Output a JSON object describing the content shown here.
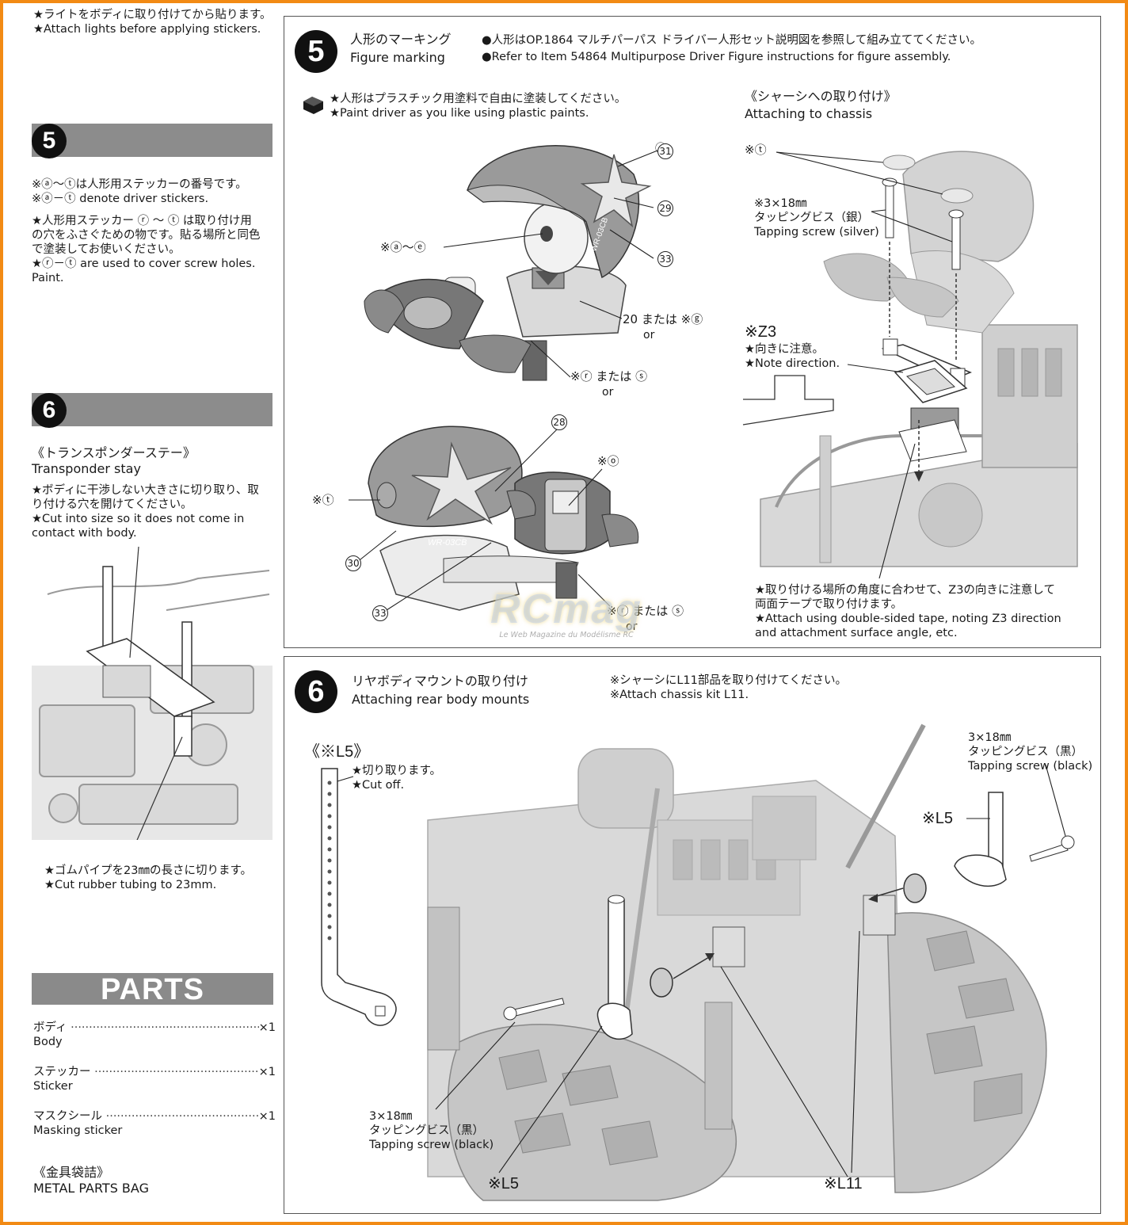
{
  "left": {
    "top_note_jp": "★ライトをボディに取り付けてから貼ります。",
    "top_note_en": "★Attach lights before applying stickers.",
    "step5": {
      "number": "5",
      "note1_jp": "※ⓐ～ⓣは人形用ステッカーの番号です。",
      "note1_en": "※ⓐ－ⓣ denote driver stickers.",
      "note2_jp_l1": "★人形用ステッカー ⓡ ～ ⓣ は取り付け用",
      "note2_jp_l2": "の穴をふさぐための物です。貼る場所と同色",
      "note2_jp_l3": "で塗装してお使いください。",
      "note2_en_l1": "★ⓡ－ⓣ are used to cover screw holes.",
      "note2_en_l2": "Paint."
    },
    "step6": {
      "number": "6",
      "title_jp": "《トランスポンダーステー》",
      "title_en": "Transponder stay",
      "note_jp_l1": "★ボディに干渉しない大きさに切り取り、取",
      "note_jp_l2": "り付ける穴を開けてください。",
      "note_en_l1": "★Cut into size so it does not come in",
      "note_en_l2": "contact with body.",
      "rubber_jp": "★ゴムパイプを23㎜の長さに切ります。",
      "rubber_en": "★Cut rubber tubing to 23mm."
    },
    "parts": {
      "title": "PARTS",
      "items": [
        {
          "jp": "ボディ",
          "en": "Body",
          "qty": "×1"
        },
        {
          "jp": "ステッカー",
          "en": "Sticker",
          "qty": "×1"
        },
        {
          "jp": "マスクシール",
          "en": "Masking sticker",
          "qty": "×1"
        }
      ],
      "bag_jp": "《金具袋詰》",
      "bag_en": "METAL PARTS BAG"
    }
  },
  "panel5": {
    "number": "5",
    "title_jp": "人形のマーキング",
    "title_en": "Figure marking",
    "ref_jp": "●人形はOP.1864 マルチパーパス ドライバー人形セット説明図を参照して組み立ててください。",
    "ref_en": "●Refer to Item 54864 Multipurpose Driver Figure instructions for figure assembly.",
    "paint_jp": "★人形はプラスチック用塗料で自由に塗装してください。",
    "paint_en": "★Paint driver as you like using plastic paints.",
    "attach_title_jp": "《シャーシへの取り付け》",
    "attach_title_en": "Attaching to chassis",
    "sticker_t": "※ⓣ",
    "screw_size": "※3×18㎜",
    "screw_jp": "タッピングビス（銀）",
    "screw_en": "Tapping screw (silver)",
    "z3_label": "※Z3",
    "z3_note_jp": "★向きに注意。",
    "z3_note_en": "★Note direction.",
    "fig1_labels": {
      "l31": "31",
      "l29": "29",
      "l33": "33",
      "ae": "※ⓐ～ⓔ",
      "l20": "20 または ※ⓖ",
      "l20_or": "or",
      "rs": "※ⓡ または ⓢ",
      "rs_or": "or"
    },
    "fig2_labels": {
      "l28": "28",
      "t": "※ⓣ",
      "o": "※ⓞ",
      "l30": "30",
      "l33": "33",
      "rs": "※ⓡ または ⓢ",
      "rs_or": "or"
    },
    "helmet_text1": "WR-03CB",
    "helmet_text2": "WR-03CB",
    "tape_jp_l1": "★取り付ける場所の角度に合わせて、Z3の向きに注意して",
    "tape_jp_l2": "両面テープで取り付けます。",
    "tape_en_l1": "★Attach using double-sided tape, noting Z3 direction",
    "tape_en_l2": "and attachment surface angle, etc."
  },
  "panel6": {
    "number": "6",
    "title_jp": "リヤボディマウントの取り付け",
    "title_en": "Attaching rear body mounts",
    "note_jp": "※シャーシにL11部品を取り付けてください。",
    "note_en": "※Attach chassis kit L11.",
    "l5_box": "《※L5》",
    "cut_jp": "★切り取ります。",
    "cut_en": "★Cut off.",
    "screw_right_size": "3×18㎜",
    "screw_right_jp": "タッピングビス（黒）",
    "screw_right_en": "Tapping screw (black)",
    "l5_right": "※L5",
    "screw_left_size": "3×18㎜",
    "screw_left_jp": "タッピングビス（黒）",
    "screw_left_en": "Tapping screw (black)",
    "l5_bottom": "※L5",
    "l11_bottom": "※L11"
  },
  "watermark": {
    "main": "RCmag",
    "sub": "Le Web Magazine du Modélisme RC"
  }
}
